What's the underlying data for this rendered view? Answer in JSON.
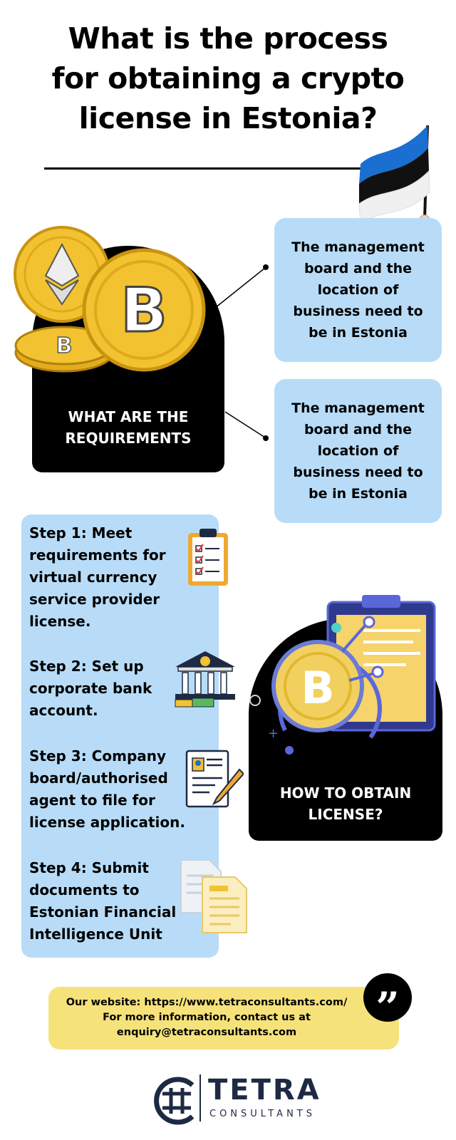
{
  "title": {
    "line1": "What is the process",
    "line2": "for obtaining a crypto",
    "line3": "license in Estonia?"
  },
  "requirements": {
    "label_line1": "WHAT ARE THE",
    "label_line2": "REQUIREMENTS",
    "callouts": [
      {
        "text": "The management board and the location of business need to be in Estonia"
      },
      {
        "text": "The management board and the location of business need to be in Estonia"
      }
    ]
  },
  "steps": [
    {
      "text": "Step 1: Meet requirements for virtual currency service provider license."
    },
    {
      "text": "Step 2: Set up corporate bank account."
    },
    {
      "text": "Step 3: Company board/authorised agent to file for license application."
    },
    {
      "text": "Step 4: Submit documents to Estonian Financial Intelligence Unit"
    }
  ],
  "obtain": {
    "label_line1": "HOW TO OBTAIN",
    "label_line2": "LICENSE?"
  },
  "contact": {
    "line1": "Our website: https://www.tetraconsultants.com/",
    "line2": "For more information, contact us at",
    "line3": "enquiry@tetraconsultants.com"
  },
  "logo": {
    "word": "TETRA",
    "sub": "CONSULTANTS"
  },
  "colors": {
    "callout_bg": "#b8dcf8",
    "contact_bg": "#f6e27a",
    "coin_gold": "#f2c230",
    "brand_navy": "#1e2a44",
    "flag_blue": "#1a6fd1"
  }
}
